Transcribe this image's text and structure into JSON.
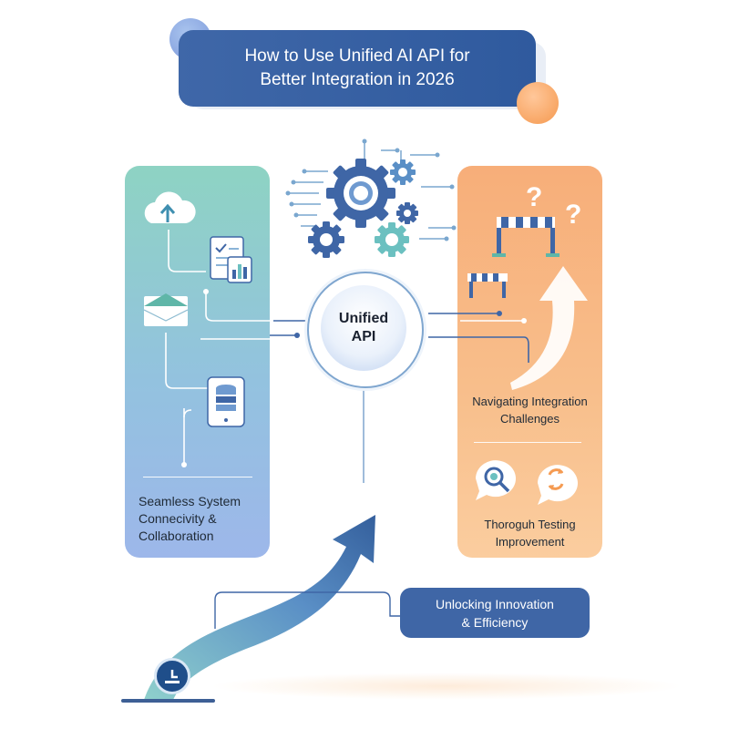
{
  "title": {
    "line1": "How to Use Unified AI API for",
    "line2": "Better Integration in 2026"
  },
  "hub": {
    "line1": "Unified",
    "line2": "API"
  },
  "left_panel": {
    "caption_line1": "Seamless System",
    "caption_line2": "Connecivity &",
    "caption_line3": "Collaboration",
    "icons": [
      "cloud-upload-icon",
      "documents-chart-icon",
      "envelope-icon",
      "database-tablet-icon"
    ]
  },
  "right_panel": {
    "caption1_line1": "Navigating Integration",
    "caption1_line2": "Challenges",
    "caption2_line1": "Thoroguh Testing",
    "caption2_line2": "Improvement",
    "icons": [
      "question-mark-icon",
      "barrier-icon",
      "growth-arrow-icon",
      "magnifier-bubble-icon",
      "refresh-bubble-icon"
    ]
  },
  "callout": {
    "line1": "Unlocking Innovation",
    "line2": "& Efficiency"
  },
  "colors": {
    "navy": "#3f66a6",
    "teal": "#8ed3c3",
    "orange": "#f7ae79"
  }
}
